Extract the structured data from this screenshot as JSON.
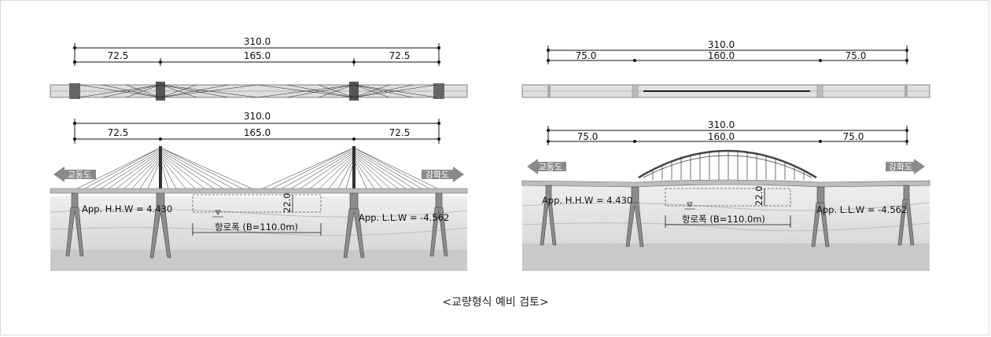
{
  "caption": "<교량형식 예비 검토>",
  "left_bridge": {
    "total_span_top": "310.0",
    "spans_top": [
      "72.5",
      "165.0",
      "72.5"
    ],
    "total_span_elev": "310.0",
    "spans_elev": [
      "72.5",
      "165.0",
      "72.5"
    ],
    "left_arrow_label": "교동도",
    "right_arrow_label": "강화도",
    "hhw_label": "App. H.H.W = 4.430",
    "llw_label": "App. L.L.W = -4.562",
    "clearance_height": "22.0",
    "navigation_width": "항로폭 (B=110.0m)"
  },
  "right_bridge": {
    "total_span_top": "310.0",
    "spans_top": [
      "75.0",
      "160.0",
      "75.0"
    ],
    "total_span_elev": "310.0",
    "spans_elev": [
      "75.0",
      "160.0",
      "75.0"
    ],
    "left_arrow_label": "교동도",
    "right_arrow_label": "강화도",
    "hhw_label": "App. H.H.W = 4.430",
    "llw_label": "App. L.L.W = -4.562",
    "clearance_height": "22.0",
    "navigation_width": "항로폭 (B=110.0m)"
  },
  "colors": {
    "ground": "#d0d0d0",
    "water": "#ececec",
    "deck": "#bfbfbf",
    "arrow": "#8a8a8a",
    "line": "#111111"
  }
}
